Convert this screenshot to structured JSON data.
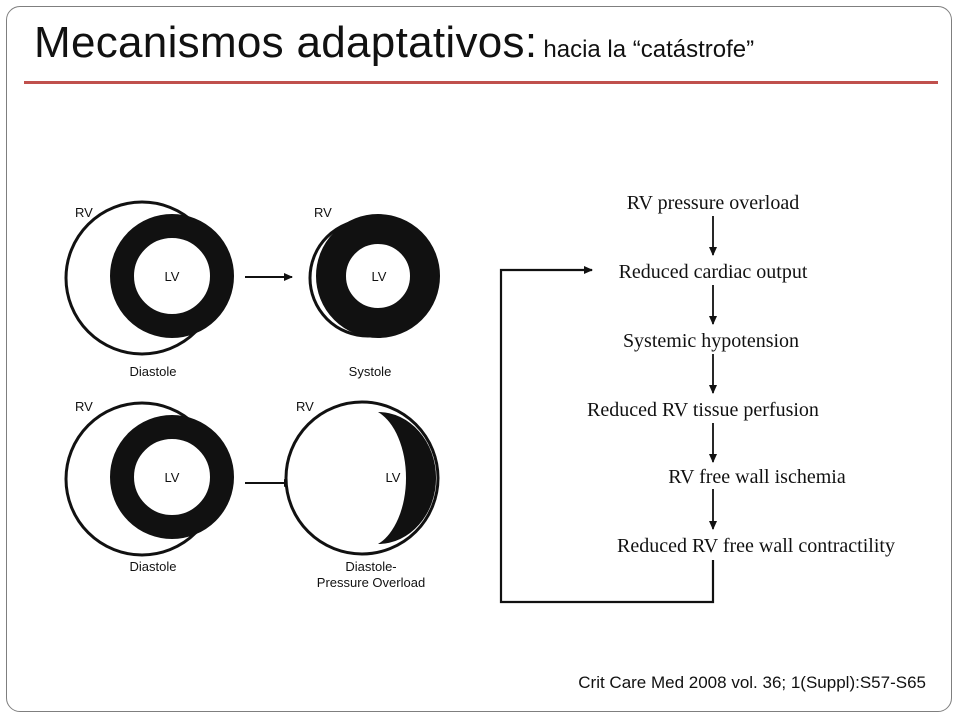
{
  "title": {
    "main": "Mecanismos adaptativos:",
    "subtitle": "hacia la “catástrofe”"
  },
  "hearts": {
    "rv": "RV",
    "lv": "LV",
    "captions": {
      "top_left": "Diastole",
      "top_right": "Systole",
      "bottom_left": "Diastole",
      "bottom_right_line1": "Diastole-",
      "bottom_right_line2": "Pressure Overload"
    }
  },
  "flowchart": {
    "steps": [
      "RV pressure overload",
      "Reduced cardiac output",
      "Systemic hypotension",
      "Reduced RV tissue perfusion",
      "RV free wall ischemia",
      "Reduced RV free wall contractility"
    ]
  },
  "citation": "Crit  Care Med 2008 vol. 36; 1(Suppl):S57-S65",
  "colors": {
    "accent_rule": "#c0504d",
    "ink": "#111111"
  }
}
